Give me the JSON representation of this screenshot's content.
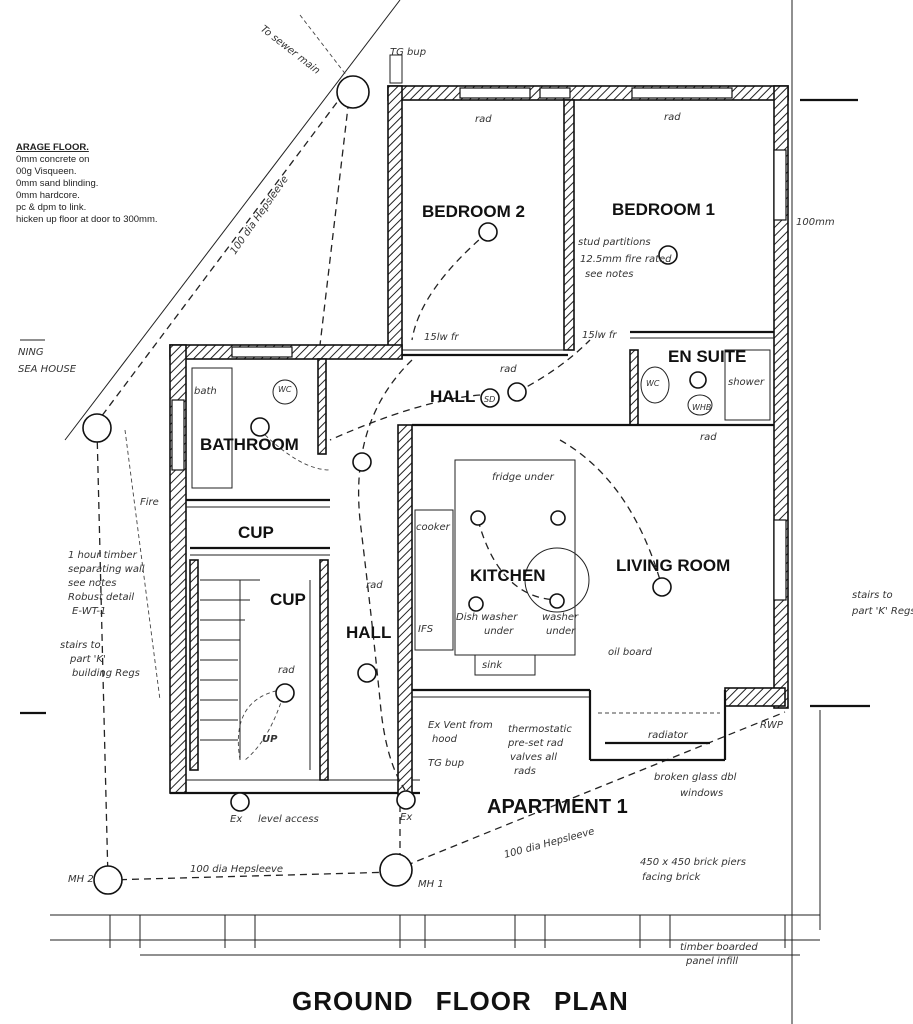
{
  "title": "GROUND FLOOR PLAN",
  "apartment_label": "APARTMENT  1",
  "rooms": {
    "bedroom2": "BEDROOM 2",
    "bedroom1": "BEDROOM 1",
    "ensuite": "EN SUITE",
    "hall_top": "HALL",
    "bathroom": "BATHROOM",
    "cup1": "CUP",
    "cup2": "CUP",
    "kitchen": "KITCHEN",
    "living": "LIVING ROOM",
    "hall_lower": "HALL"
  },
  "garage_notes": [
    "ARAGE FLOOR.",
    "0mm concrete on",
    "00g Visqueen.",
    "0mm sand blinding.",
    "0mm hardcore.",
    "pc & dpm to link.",
    "hicken up floor at door to 300mm."
  ],
  "neighbour_label": [
    "NING",
    "SEA HOUSE"
  ],
  "annotations": {
    "to_sewer": "To sewer main",
    "tg_bup": "TG bup",
    "stud": "stud partitions",
    "stud2": "12.5mm fire rated",
    "stud3": "see notes",
    "rad": "rad",
    "stairs_right": "stairs to",
    "stairs_right2": "part 'K' Regs",
    "stairs_left": "stairs to",
    "stairs_left2": "part 'K'",
    "stairs_left3": "building Regs",
    "one_hour": "1 hour timber",
    "one_hour2": "separating wall",
    "one_hour3": "see notes",
    "one_hour4": "Robust detail",
    "one_hour5": "E-WT-1",
    "level_access": "level access",
    "ex": "Ex",
    "ex_vent": "Ex Vent from",
    "ex_vent2": "hood",
    "thermostatic": "thermostatic",
    "thermostatic2": "pre-set rad",
    "thermostatic3": "valves all",
    "thermostatic4": "rads",
    "radiator": "radiator",
    "broken": "broken glass dbl",
    "broken2": "windows",
    "dia_left": "100 dia Hepsleeve",
    "dia_bottom": "100 dia Hepsleeve",
    "dia_right": "100 dia Hepsleeve",
    "brick": "450 x 450 brick piers",
    "brick2": "facing brick",
    "timber": "timber boarded",
    "timber2": "panel infill",
    "mh1": "MH 1",
    "mh2": "MH 2",
    "sink": "sink",
    "fridge": "fridge under",
    "fridge2": "under",
    "dishwasher": "Dish washer",
    "dishwasher2": "under",
    "washer": "washer",
    "washer2": "under",
    "cooker": "cooker",
    "ifs": "IFS",
    "oil_board": "oil board",
    "one_hundred": "100mm",
    "sd": "SD",
    "wc": "WC",
    "whb": "WHB",
    "bath": "bath",
    "shower": "shower",
    "fire": "Fire",
    "up": "UP",
    "rwp": "RWP",
    "fwp": "Rwp",
    "fifteen": "15lw fr",
    "sixteen": "15lw fr"
  }
}
